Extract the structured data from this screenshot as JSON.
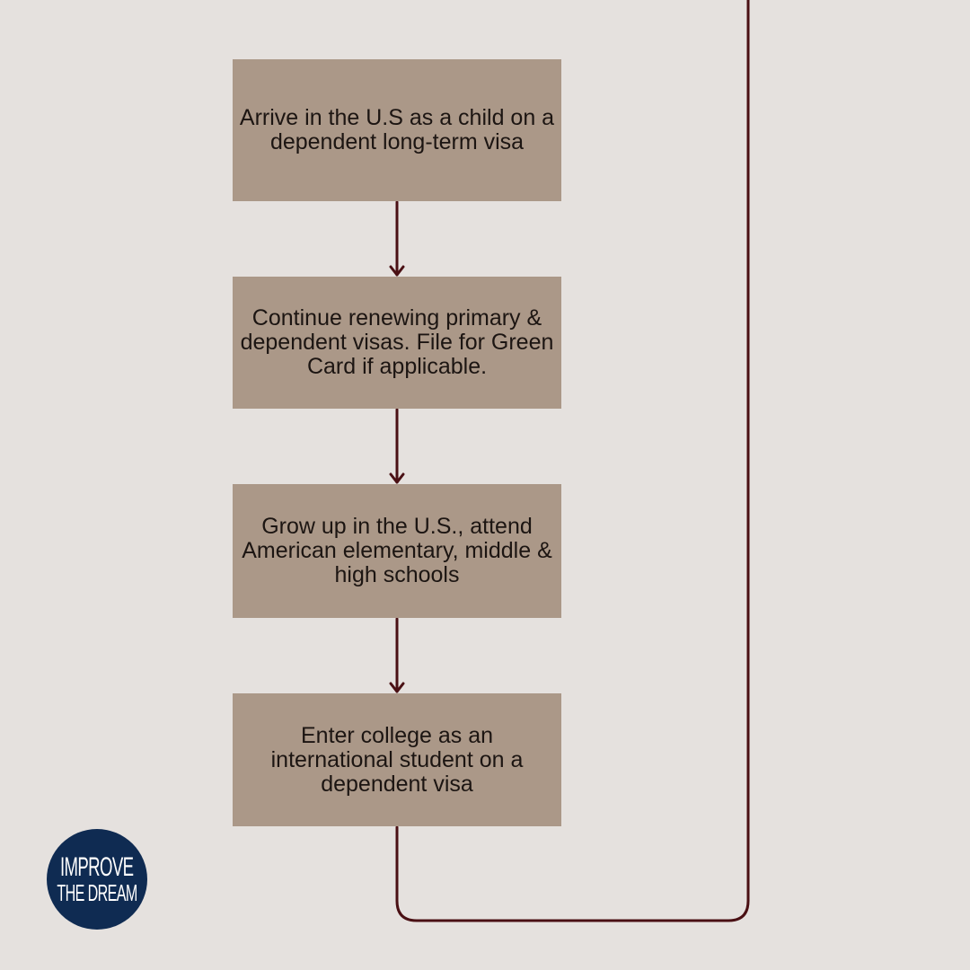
{
  "diagram": {
    "steps": [
      {
        "label": "Arrive in the U.S as a child on a dependent long-term visa"
      },
      {
        "label": "Continue renewing primary & dependent visas. File for Green Card if applicable."
      },
      {
        "label": "Grow up in the U.S., attend American elementary, middle & high schools"
      },
      {
        "label": "Enter college as an international student on a dependent visa"
      }
    ],
    "connector_color": "#4a1014",
    "box_color": "#ab9888",
    "background_color": "#e5e1de"
  },
  "logo": {
    "line1": "IMPROVE",
    "line2": "THE DREAM",
    "color": "#0f2b52"
  }
}
